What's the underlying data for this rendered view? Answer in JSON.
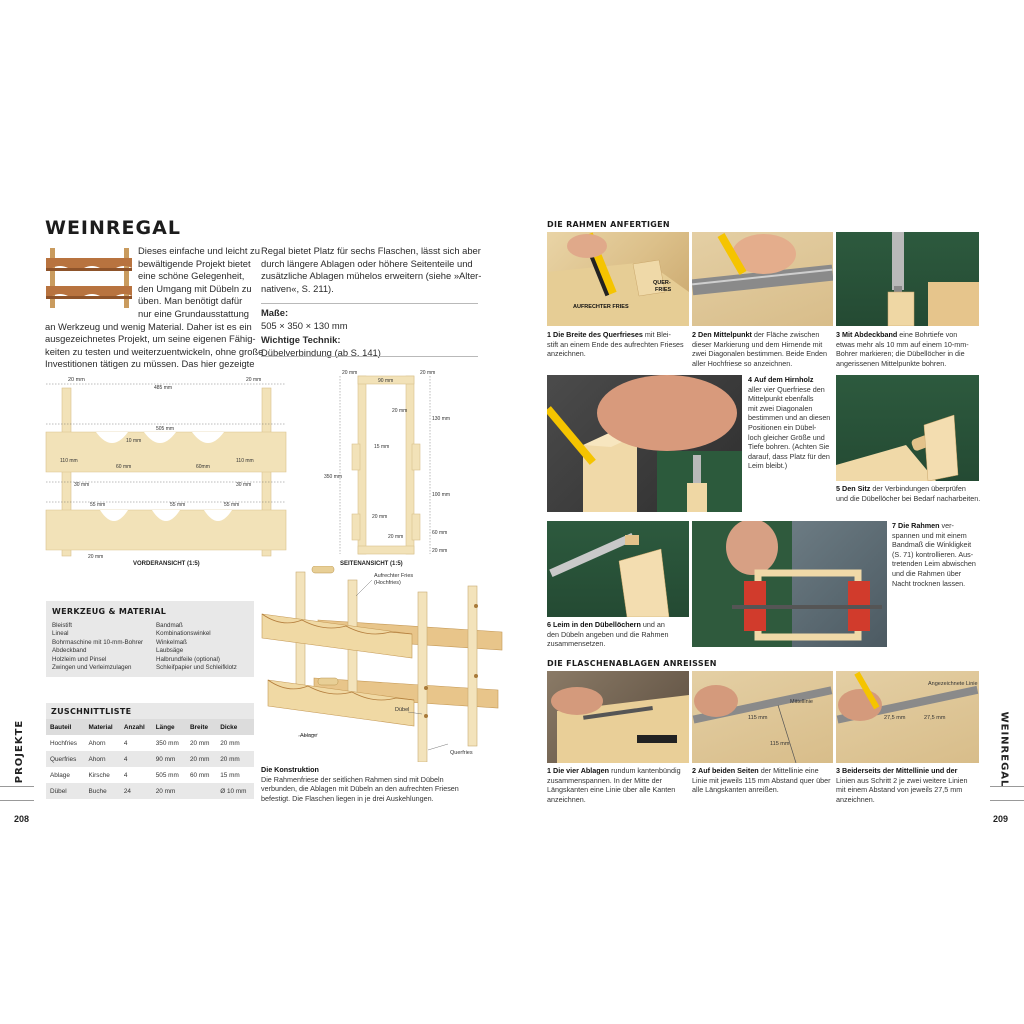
{
  "left": {
    "title": "WEINREGAL",
    "intro_col1": [
      "Dieses einfache und leicht zu",
      "bewältigende Projekt bietet",
      "eine schöne Gelegenheit,",
      "den Umgang mit Dübeln zu",
      "üben. Man benötigt dafür",
      "nur eine Grundausstattung",
      "an Werkzeug und wenig Material. Daher ist es ein",
      "ausgezeichnetes Projekt, um seine eigenen Fähig-",
      "keiten zu testen und weiterzuentwickeln, ohne große",
      "Investitionen tätigen zu müssen. Das hier gezeigte"
    ],
    "intro_col2": [
      "Regal bietet Platz für sechs Flaschen, lässt sich aber",
      "durch längere Ablagen oder höhere Seitenteile und",
      "zusätzliche Ablagen mühelos erweitern (siehe »Alter-",
      "nativen«, S. 211)."
    ],
    "masse_label": "Maße:",
    "masse_value": "505 × 350 × 130 mm",
    "technik_label": "Wichtige Technik:",
    "technik_value": "Dübelverbindung (ab S. 141)",
    "front_view": {
      "caption": "VORDERANSICHT (1:5)",
      "dims": [
        "20 mm",
        "485 mm",
        "20 mm",
        "505 mm",
        "10 mm",
        "110 mm",
        "60 mm",
        "60mm",
        "110 mm",
        "30 mm",
        "30 mm",
        "55 mm",
        "55 mm",
        "55 mm",
        "20 mm"
      ]
    },
    "side_view": {
      "caption": "SEITENANSICHT (1:5)",
      "dims": [
        "20 mm",
        "90 mm",
        "20 mm",
        "20 mm",
        "130 mm",
        "15 mm",
        "350 mm",
        "100 mm",
        "20 mm",
        "60 mm",
        "20 mm",
        "20 mm"
      ]
    },
    "construction": {
      "labels": [
        "Aufrechter Fries (Hochfries)",
        "Dübel",
        "Ablage",
        "Querfries"
      ],
      "caption_title": "Die Konstruktion",
      "caption_lines": [
        "Die Rahmenfriese der seitlichen Rahmen sind mit Dübeln",
        "verbunden, die Ablagen mit Dübeln an den aufrechten Friesen",
        "befestigt. Die Flaschen liegen in je drei Auskehlungen."
      ]
    },
    "tools": {
      "title": "WERKZEUG & MATERIAL",
      "col1": [
        "Bleistift",
        "Lineal",
        "Bohrmaschine mit 10-mm-Bohrer",
        "Abdeckband",
        "Holzleim und Pinsel",
        "Zwingen und Verleimzulagen"
      ],
      "col2": [
        "Bandmaß",
        "Kombinationswinkel",
        "Winkelmaß",
        "Laubsäge",
        "Halbrundfeile (optional)",
        "Schleifpapier und Schleifklotz"
      ]
    },
    "cutlist": {
      "title": "ZUSCHNITTLISTE",
      "headers": [
        "Bauteil",
        "Material",
        "Anzahl",
        "Länge",
        "Breite",
        "Dicke"
      ],
      "rows": [
        [
          "Hochfries",
          "Ahorn",
          "4",
          "350 mm",
          "20 mm",
          "20 mm"
        ],
        [
          "Querfries",
          "Ahorn",
          "4",
          "90 mm",
          "20 mm",
          "20 mm"
        ],
        [
          "Ablage",
          "Kirsche",
          "4",
          "505 mm",
          "60 mm",
          "15 mm"
        ],
        [
          "Dübel",
          "Buche",
          "24",
          "20 mm",
          "",
          "Ø 10 mm"
        ]
      ]
    },
    "side_tab": "PROJEKTE",
    "page_number": "208"
  },
  "right": {
    "section1": "DIE RAHMEN ANFERTIGEN",
    "photo1_labels": [
      "AUFRECHTER FRIES",
      "QUER-",
      "FRIES"
    ],
    "steps1": [
      {
        "num": "1",
        "bold": "Die Breite des Querfrieses",
        "lines": [
          "mit Blei-",
          "stift an einem Ende des aufrechten Frieses",
          "anzeichnen."
        ]
      },
      {
        "num": "2",
        "bold": "Den Mittelpunkt",
        "lines": [
          "der Fläche zwischen",
          "dieser Markierung und dem Hirnende mit",
          "zwei Diagonalen bestimmen. Beide Enden",
          "aller Hochfriese so anzeichnen."
        ]
      },
      {
        "num": "3",
        "bold": "Mit Abdeckband",
        "lines": [
          "eine Bohrtiefe von",
          "etwas mehr als 10 mm auf einem 10-mm-",
          "Bohrer markieren; die Dübellöcher in die",
          "angerissenen Mittelpunkte bohren."
        ]
      },
      {
        "num": "4",
        "bold": "Auf dem Hirnholz",
        "lines": [
          "aller vier Querfriese den",
          "Mittelpunkt ebenfalls",
          "mit zwei Diagonalen",
          "bestimmen und an diesen",
          "Positionen ein Dübel-",
          "loch gleicher Größe und",
          "Tiefe bohren. (Achten Sie",
          "darauf, dass Platz für den",
          "Leim bleibt.)"
        ]
      },
      {
        "num": "5",
        "bold": "Den Sitz",
        "lines": [
          "der Verbindungen überprüfen",
          "und die Dübellöcher bei Bedarf nacharbeiten."
        ]
      },
      {
        "num": "6",
        "bold": "Leim in den Dübellöchern",
        "lines": [
          "und an",
          "den Dübeln angeben und die Rahmen",
          "zusammensetzen."
        ]
      },
      {
        "num": "7",
        "bold": "Die Rahmen",
        "lines": [
          "ver-",
          "spannen und mit einem",
          "Bandmaß die Winkligkeit",
          "(S. 71) kontrollieren. Aus-",
          "tretenden Leim abwischen",
          "und die Rahmen über",
          "Nacht trocknen lassen."
        ]
      }
    ],
    "section2": "DIE FLASCHENABLAGEN ANREISSEN",
    "photo_b2_labels": [
      "Mittellinie",
      "115 mm",
      "115 mm"
    ],
    "photo_b3_labels": [
      "Angezeichnete Linie",
      "27,5 mm",
      "27,5 mm"
    ],
    "steps2": [
      {
        "num": "1",
        "bold": "Die vier Ablagen",
        "lines": [
          "rundum kantenbündig",
          "zusammenspannen. In der Mitte der",
          "Längskanten eine Linie über alle Kanten",
          "anzeichnen."
        ]
      },
      {
        "num": "2",
        "bold": "Auf beiden Seiten",
        "lines": [
          "der Mittellinie eine",
          "Linie mit jeweils 115 mm Abstand quer über",
          "alle Längskanten anreißen."
        ]
      },
      {
        "num": "3",
        "bold": "Beiderseits der Mittellinie und der",
        "lines": [
          "Linien aus Schritt 2 je zwei weitere Linien",
          "mit einem Abstand von jeweils 27,5 mm",
          "anzeichnen."
        ],
        "bold2": "Linien"
      }
    ],
    "side_tab": "WEINREGAL",
    "page_number": "209"
  },
  "colors": {
    "wood": "#f2e2b8",
    "wood_dark": "#e0c88e",
    "gray_box": "#e8e8e8",
    "text": "#222222"
  }
}
